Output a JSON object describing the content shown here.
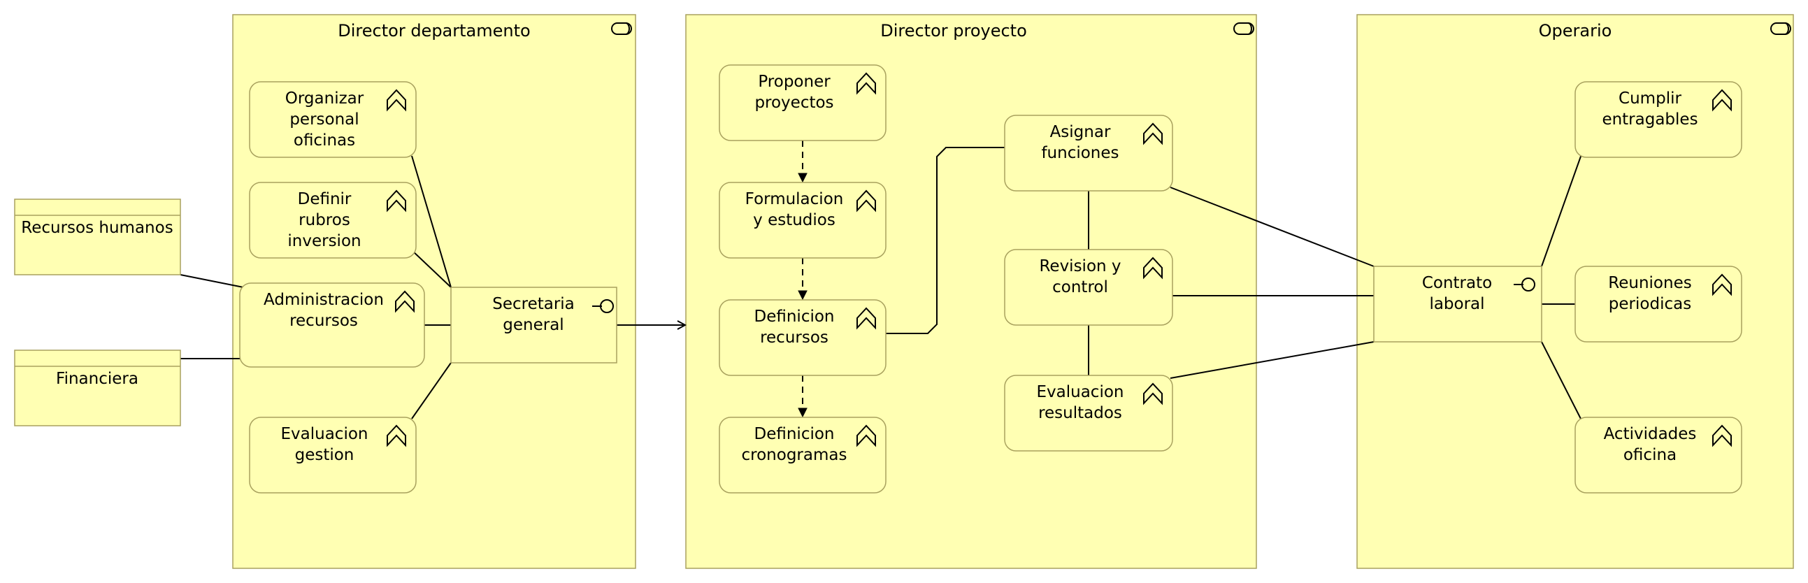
{
  "roles": {
    "director_departamento": "Director departamento",
    "director_proyecto": "Director proyecto",
    "operario": "Operario"
  },
  "actors": {
    "recursos_humanos": "Recursos humanos",
    "financiera": "Financiera"
  },
  "functions": {
    "organizar": [
      "Organizar",
      "personal",
      "oficinas"
    ],
    "definir_rubros": [
      "Definir",
      "rubros",
      "inversion"
    ],
    "administracion": [
      "Administracion",
      "recursos"
    ],
    "evaluacion_gestion": [
      "Evaluacion",
      "gestion"
    ],
    "proponer": [
      "Proponer",
      "proyectos"
    ],
    "formulacion": [
      "Formulacion",
      "y estudios"
    ],
    "definicion_recursos": [
      "Definicion",
      "recursos"
    ],
    "definicion_cronogramas": [
      "Definicion",
      "cronogramas"
    ],
    "asignar": [
      "Asignar",
      "funciones"
    ],
    "revision": [
      "Revision y",
      "control"
    ],
    "evaluacion_resultados": [
      "Evaluacion",
      "resultados"
    ],
    "cumplir": [
      "Cumplir",
      "entragables"
    ],
    "reuniones": [
      "Reuniones",
      "periodicas"
    ],
    "actividades": [
      "Actividades",
      "oficina"
    ]
  },
  "interfaces": {
    "secretaria": [
      "Secretaria",
      "general"
    ],
    "contrato": [
      "Contrato",
      "laboral"
    ]
  },
  "colors": {
    "fill": "#ffffb3",
    "border": "#a8a15e",
    "line": "#000000"
  },
  "icons": {
    "role": "role-cylinder-icon",
    "function": "function-chevron-icon",
    "interface": "interface-lollipop-icon"
  }
}
